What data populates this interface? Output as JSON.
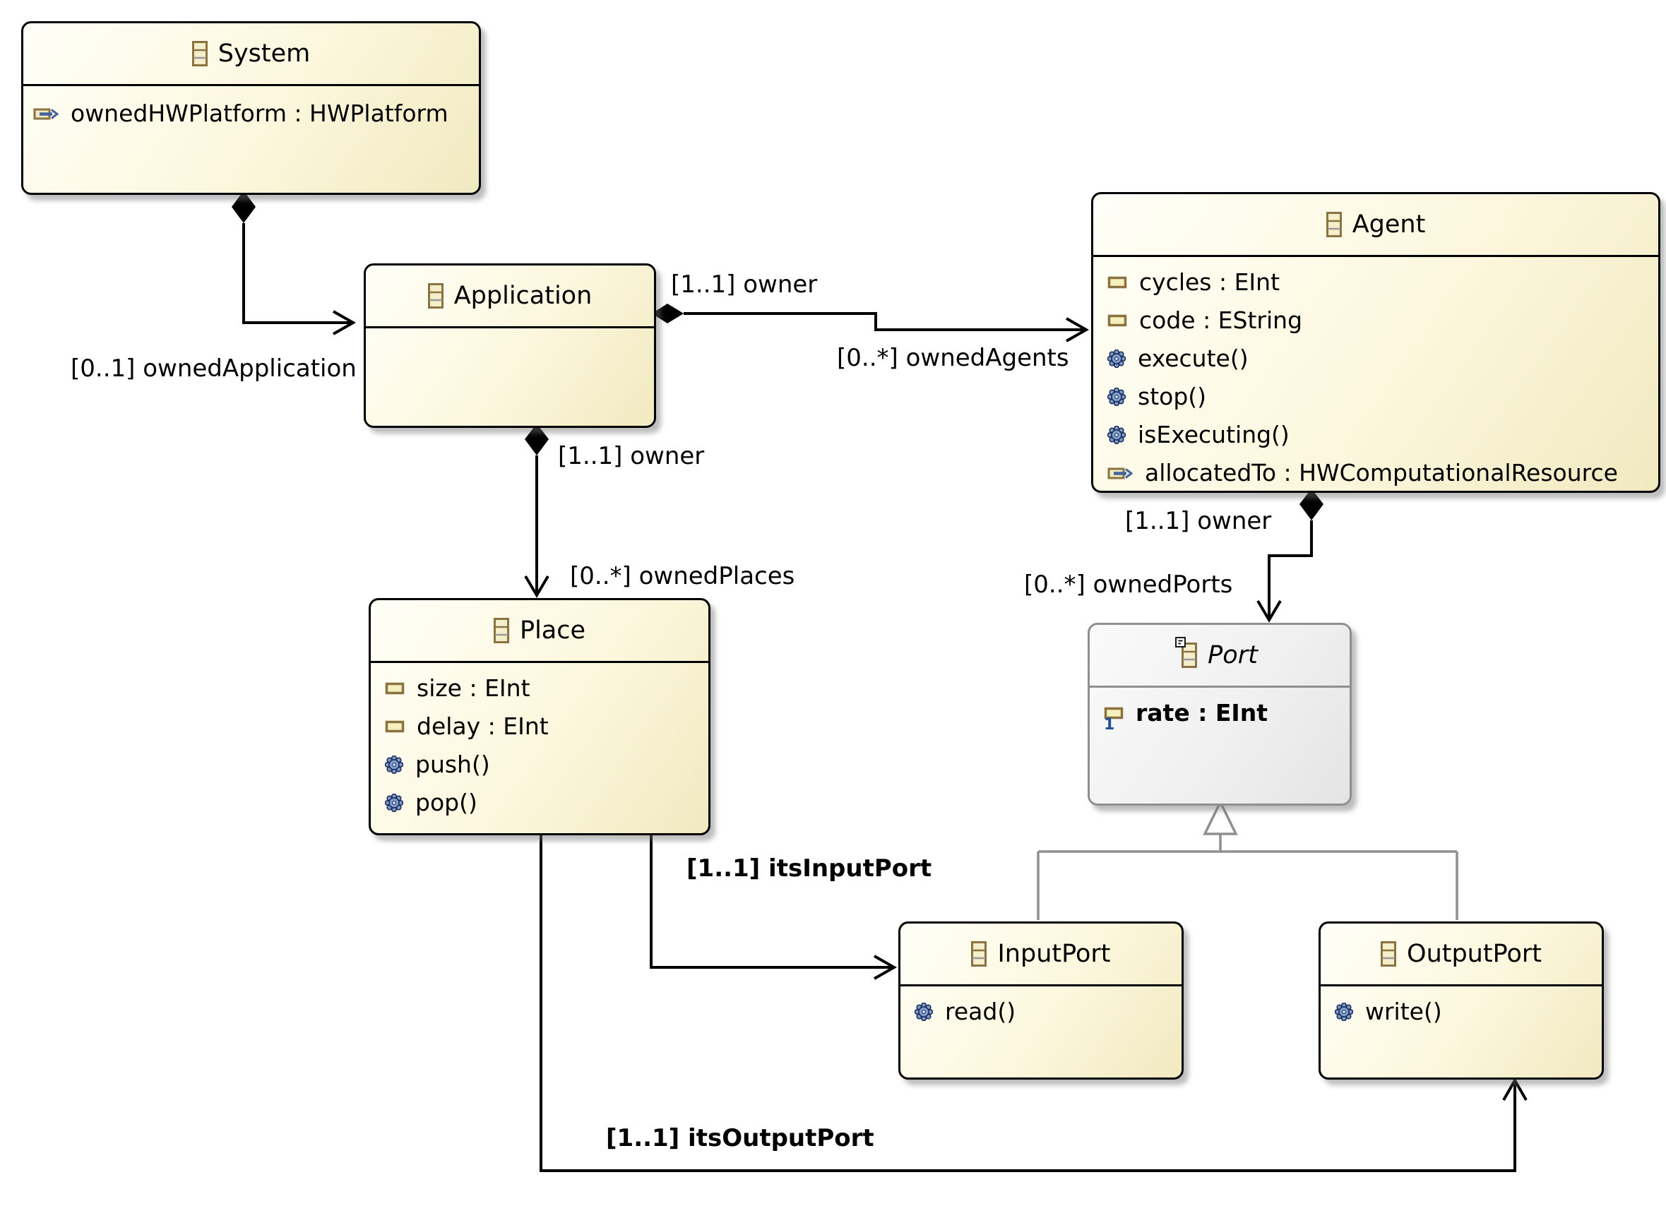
{
  "diagram": {
    "colors": {
      "class_fill_top": "#fffff8",
      "class_fill_bottom": "#f0e9c0",
      "class_border": "#000000",
      "abstract_fill_top": "#fafafa",
      "abstract_fill_bottom": "#e4e4e4",
      "abstract_border": "#8f8f8f",
      "edge_line": "#000000",
      "generalization_line": "#8f8f8f",
      "icon_olive": "#8a7340",
      "icon_cream": "#f4eecb",
      "operation_blue": "#7f9fca",
      "reference_arrow_blue": "#44639b",
      "multiplicity_badge_blue": "#1d4f9c"
    }
  },
  "classes": {
    "system": {
      "title": "System",
      "members": [
        {
          "icon": "ereference-icon",
          "label": "ownedHWPlatform : HWPlatform"
        }
      ]
    },
    "application": {
      "title": "Application",
      "members": []
    },
    "agent": {
      "title": "Agent",
      "members": [
        {
          "icon": "eattribute-icon",
          "label": "cycles : EInt"
        },
        {
          "icon": "eattribute-icon",
          "label": "code : EString"
        },
        {
          "icon": "eoperation-icon",
          "label": "execute()"
        },
        {
          "icon": "eoperation-icon",
          "label": "stop()"
        },
        {
          "icon": "eoperation-icon",
          "label": "isExecuting()"
        },
        {
          "icon": "ereference-icon",
          "label": "allocatedTo : HWComputationalResource"
        }
      ]
    },
    "place": {
      "title": "Place",
      "members": [
        {
          "icon": "eattribute-icon",
          "label": "size : EInt"
        },
        {
          "icon": "eattribute-icon",
          "label": "delay : EInt"
        },
        {
          "icon": "eoperation-icon",
          "label": "push()"
        },
        {
          "icon": "eoperation-icon",
          "label": "pop()"
        }
      ]
    },
    "port": {
      "title": "Port",
      "abstract": true,
      "members": [
        {
          "icon": "eattribute-icon",
          "label": "rate : EInt",
          "badge": "1",
          "required": true
        }
      ]
    },
    "input_port": {
      "title": "InputPort",
      "members": [
        {
          "icon": "eoperation-icon",
          "label": "read()"
        }
      ]
    },
    "output_port": {
      "title": "OutputPort",
      "members": [
        {
          "icon": "eoperation-icon",
          "label": "write()"
        }
      ]
    }
  },
  "edges": {
    "owned_application": {
      "type": "composition",
      "source": "System",
      "target": "Application",
      "target_label": "[0..1] ownedApplication"
    },
    "owned_agents": {
      "type": "composition",
      "source": "Application",
      "target": "Agent",
      "source_label": "[1..1] owner",
      "target_label": "[0..*] ownedAgents"
    },
    "owned_places": {
      "type": "composition",
      "source": "Application",
      "target": "Place",
      "source_label": "[1..1] owner",
      "target_label": "[0..*] ownedPlaces"
    },
    "owned_ports": {
      "type": "composition",
      "source": "Agent",
      "target": "Port",
      "source_label": "[1..1] owner",
      "target_label": "[0..*] ownedPorts"
    },
    "its_input_port": {
      "type": "reference",
      "source": "Place",
      "target": "InputPort",
      "target_label": "[1..1] itsInputPort"
    },
    "its_output_port": {
      "type": "reference",
      "source": "Place",
      "target": "OutputPort",
      "target_label": "[1..1] itsOutputPort"
    },
    "generalization_input_port": {
      "type": "generalization",
      "source": "InputPort",
      "target": "Port"
    },
    "generalization_output_port": {
      "type": "generalization",
      "source": "OutputPort",
      "target": "Port"
    }
  }
}
